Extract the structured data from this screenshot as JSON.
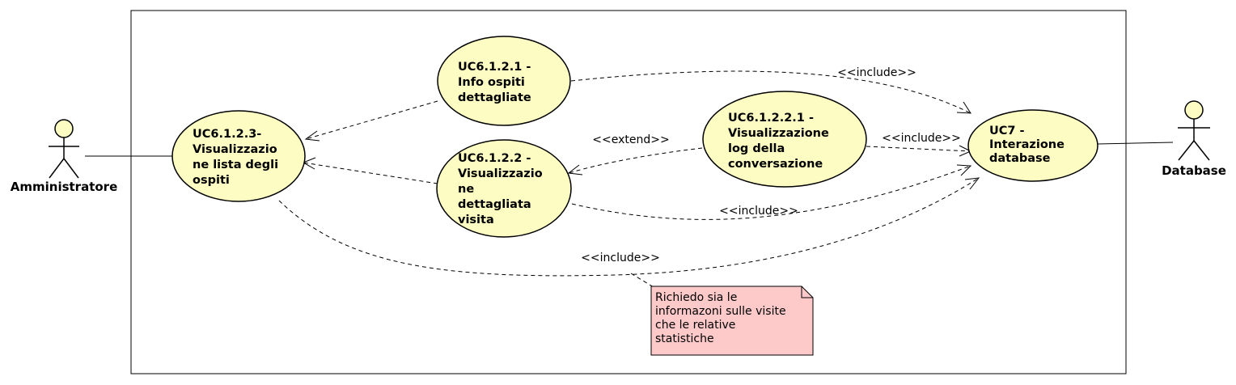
{
  "actors": {
    "admin": "Amministratore",
    "database": "Database"
  },
  "use_cases": {
    "lista_ospiti": [
      "UC6.1.2.3-",
      "Visualizzazio",
      "ne lista degli",
      "ospiti"
    ],
    "info_ospiti": [
      "UC6.1.2.1 -",
      "Info ospiti",
      "dettagliate"
    ],
    "visita": [
      "UC6.1.2.2 -",
      "Visualizzazio",
      "ne",
      "dettagliata",
      "visita"
    ],
    "log_conversazione": [
      "UC6.1.2.2.1 -",
      "Visualizzazione",
      "log della",
      "conversazione"
    ],
    "db": [
      "UC7 -",
      "Interazione",
      "database"
    ]
  },
  "relations": {
    "include_info": "<<include>>",
    "include_log": "<<include>>",
    "include_visita": "<<include>>",
    "include_lista": "<<include>>",
    "extend": "<<extend>>"
  },
  "note": [
    "Richiedo sia le",
    "informazoni sulle visite",
    "che le relative",
    "statistiche"
  ],
  "colors": {
    "use_case_fill": "#fdfcc2",
    "note_fill": "#fdc9c9"
  }
}
